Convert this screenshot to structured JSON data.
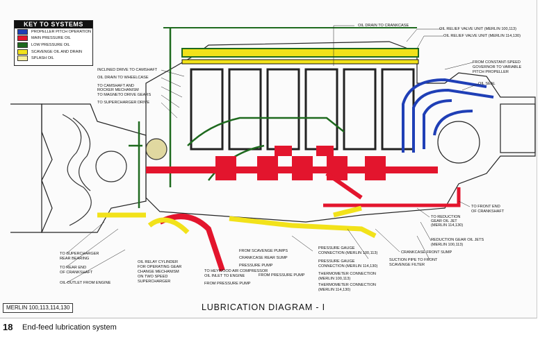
{
  "key": {
    "title": "KEY TO SYSTEMS",
    "items": [
      {
        "label": "PROPELLER PITCH OPERATION",
        "color": "#1f3fb6"
      },
      {
        "label": "MAIN PRESSURE OIL",
        "color": "#e3152d"
      },
      {
        "label": "LOW PRESSURE OIL",
        "color": "#1e6a1e"
      },
      {
        "label": "SCAVENGE OIL AND DRAIN",
        "color": "#f2e21a"
      },
      {
        "label": "SPLASH OIL",
        "color": "#f6ee9a"
      }
    ]
  },
  "labels_top": [
    "OIL DRAIN TO CRANKCASE",
    "OIL RELIEF VALVE UNIT (MERLIN 100,113)",
    "OIL RELIEF VALVE UNIT (MERLIN 114,130)",
    "FROM CONSTANT-SPEED",
    "GOVERNOR TO VARIABLE",
    "PITCH PROPELLER",
    "OIL SEAL"
  ],
  "labels_left": [
    "INCLINED DRIVE TO CAMSHAFT",
    "OIL DRAIN TO WHEELCASE",
    "TO CAMSHAFT AND",
    "ROCKER MECHANISM",
    "TO MAGNETO DRIVE GEARS",
    "TO SUPERCHARGER DRIVE"
  ],
  "labels_right": [
    "TO FRONT END",
    "OF CRANKSHAFT",
    "TO REDUCTION",
    "GEAR OIL JET",
    "(MERLIN 114,130)",
    "REDUCTION GEAR OIL JETS",
    "(MERLIN 100,113)"
  ],
  "labels_bottom": [
    "TO SUPERCHARGER",
    "REAR BEARING",
    "TO REAR END",
    "OF CRANKSHAFT",
    "OIL OUTLET FROM ENGINE",
    "OIL RELAY CYLINDER",
    "FOR OPERATING GEAR",
    "CHANGE MECHANISM",
    "ON TWO SPEED",
    "SUPERCHARGER",
    "TO HEYWOOD AIR COMPRESSOR",
    "OIL INLET TO ENGINE",
    "FROM PRESSURE PUMP",
    "PRESSURE PUMP",
    "FROM PRESSURE PUMP",
    "FROM SCAVENGE PUMPS",
    "CRANKCASE REAR SUMP",
    "PRESSURE GAUGE",
    "CONNECTION (MERLIN 100,113)",
    "PRESSURE GAUGE",
    "CONNECTION (MERLIN 114,130)",
    "THERMOMETER CONNECTION",
    "(MERLIN 100,113)",
    "THERMOMETER CONNECTION",
    "(MERLIN 114,130)",
    "CRANKCASE FRONT SUMP",
    "SUCTION PIPE TO FRONT",
    "SCAVENGE FILTER"
  ],
  "model_box": "MERLIN 100,113,114,130",
  "diagram_title": "LUBRICATION  DIAGRAM - I",
  "page_number": "18",
  "caption": "End-feed lubrication system"
}
